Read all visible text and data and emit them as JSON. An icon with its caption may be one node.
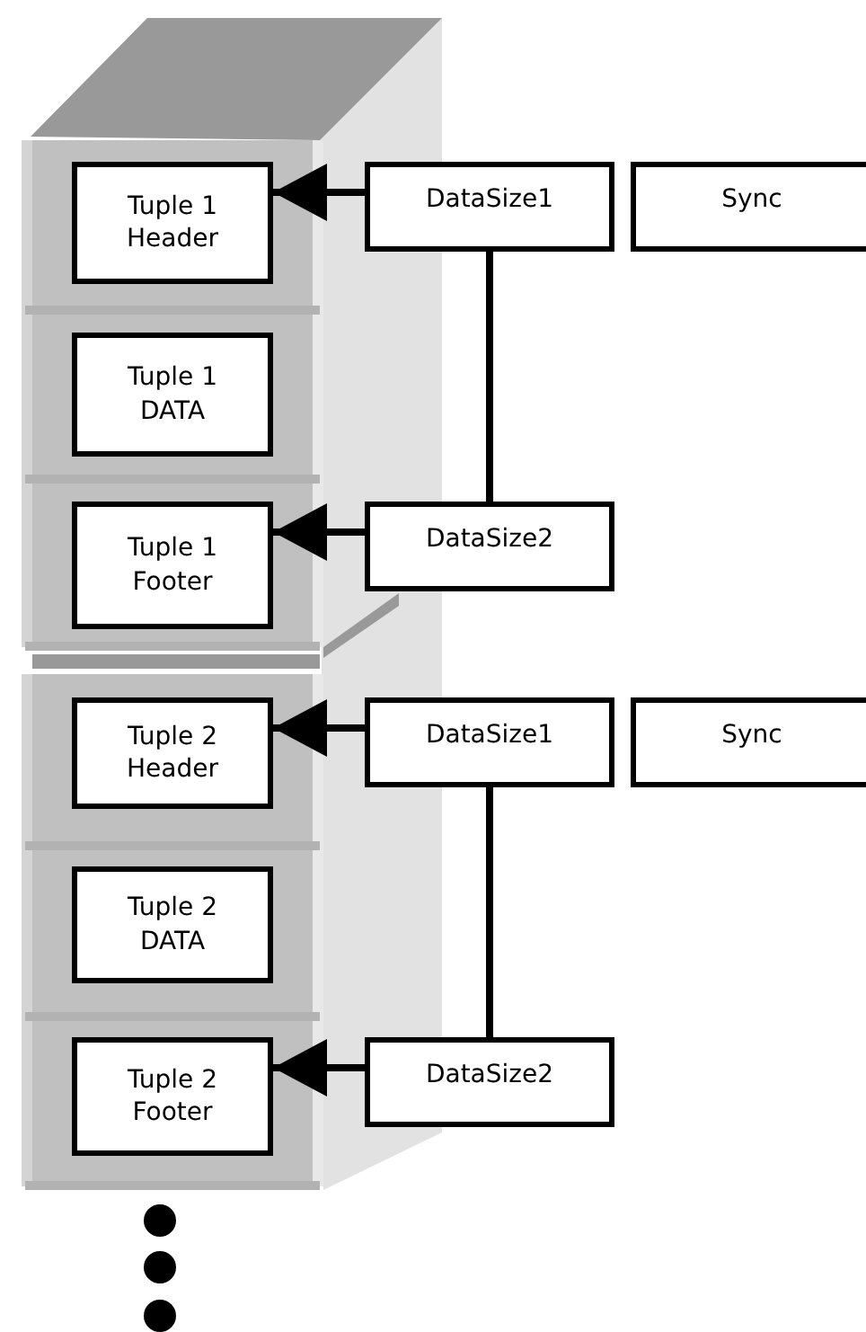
{
  "diagram": {
    "nodes": [
      {
        "text": [
          "Tuple 1 Header"
        ]
      },
      {
        "text": [
          "DataSize1"
        ]
      },
      {
        "text": [
          "Sync"
        ]
      },
      {
        "text": [
          "Tuple 1 DATA"
        ]
      },
      {
        "text": [
          "Tuple 1 Footer"
        ]
      },
      {
        "text": [
          "DataSize2"
        ]
      },
      {
        "text": [
          "Tuple 2 Header"
        ]
      },
      {
        "text": [
          "DataSize1"
        ]
      },
      {
        "text": [
          "Sync"
        ]
      },
      {
        "text": [
          "Tuple 2 DATA"
        ]
      },
      {
        "text": [
          "Tuple 2 Footer"
        ]
      },
      {
        "text": [
          "DataSize2"
        ]
      }
    ],
    "edges": [
      {
        "from": 1,
        "to": 0,
        "arrow": "to"
      },
      {
        "from": 1,
        "to": 5,
        "arrow": "none"
      },
      {
        "from": 5,
        "to": 4,
        "arrow": "to"
      },
      {
        "from": 7,
        "to": 6,
        "arrow": "to"
      },
      {
        "from": 7,
        "to": 11,
        "arrow": "none"
      },
      {
        "from": 11,
        "to": 10,
        "arrow": "to"
      }
    ]
  }
}
